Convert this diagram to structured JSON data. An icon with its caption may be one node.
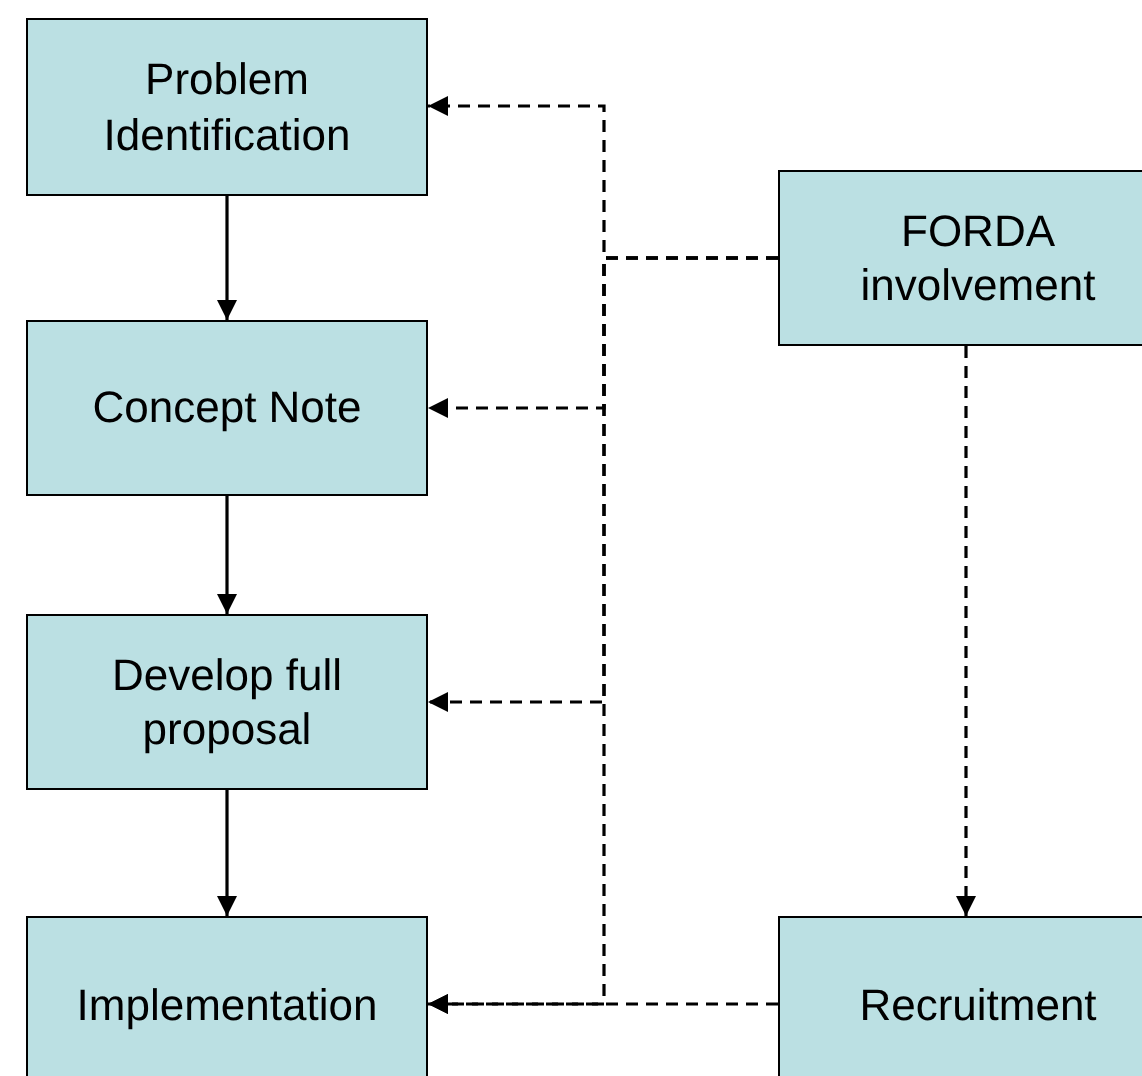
{
  "diagram": {
    "nodes": [
      {
        "text": [
          "Problem Identification"
        ]
      },
      {
        "text": [
          "Concept Note"
        ]
      },
      {
        "text": [
          "Develop full proposal"
        ]
      },
      {
        "text": [
          "Implementation"
        ]
      },
      {
        "text": [
          "FORDA involvement"
        ]
      },
      {
        "text": [
          "Recruitment"
        ]
      }
    ],
    "edges": [
      {
        "from": 0,
        "to": 1,
        "arrow": "to"
      },
      {
        "from": 1,
        "to": 2,
        "arrow": "to"
      },
      {
        "from": 2,
        "to": 3,
        "arrow": "to"
      },
      {
        "from": 4,
        "to": 0,
        "arrow": "to",
        "style": "dashed"
      },
      {
        "from": 4,
        "to": 1,
        "arrow": "to",
        "style": "dashed"
      },
      {
        "from": 4,
        "to": 2,
        "arrow": "to",
        "style": "dashed"
      },
      {
        "from": 4,
        "to": 3,
        "arrow": "to",
        "style": "dashed"
      },
      {
        "from": 5,
        "to": 3,
        "arrow": "to",
        "style": "dashed"
      },
      {
        "from": 4,
        "to": 5,
        "arrow": "to",
        "style": "dashed"
      }
    ]
  }
}
